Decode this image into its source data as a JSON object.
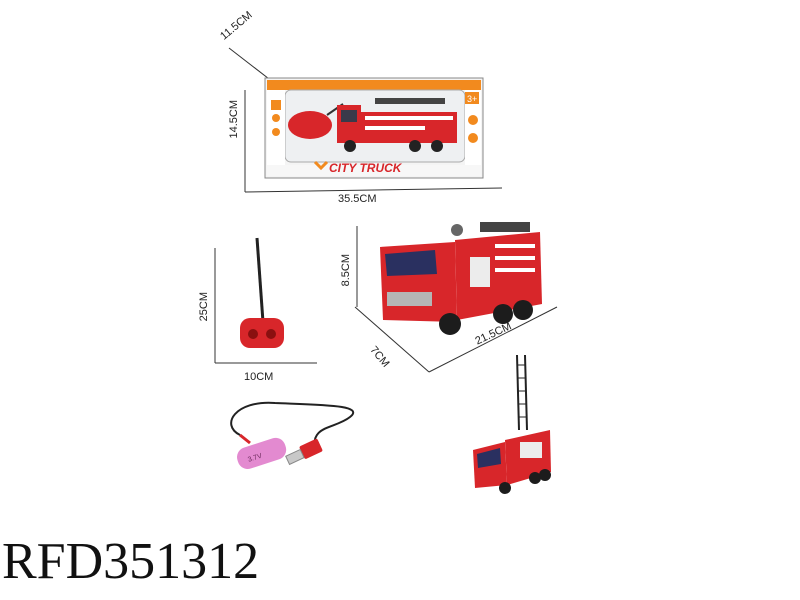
{
  "package": {
    "brand_text": "CITY TRUCK",
    "age_badge": "3+",
    "dims": {
      "depth": "11.5CM",
      "height": "14.5CM",
      "width": "35.5CM"
    }
  },
  "controller": {
    "dims": {
      "height": "25CM",
      "width": "10CM"
    }
  },
  "truck": {
    "dims": {
      "height": "8.5CM",
      "depth": "7CM",
      "length": "21.5CM"
    }
  },
  "product_code": "RFD351312",
  "colors": {
    "truck_red": "#d8262a",
    "box_orange": "#f28a1e",
    "battery_pink": "#e38ad0"
  }
}
